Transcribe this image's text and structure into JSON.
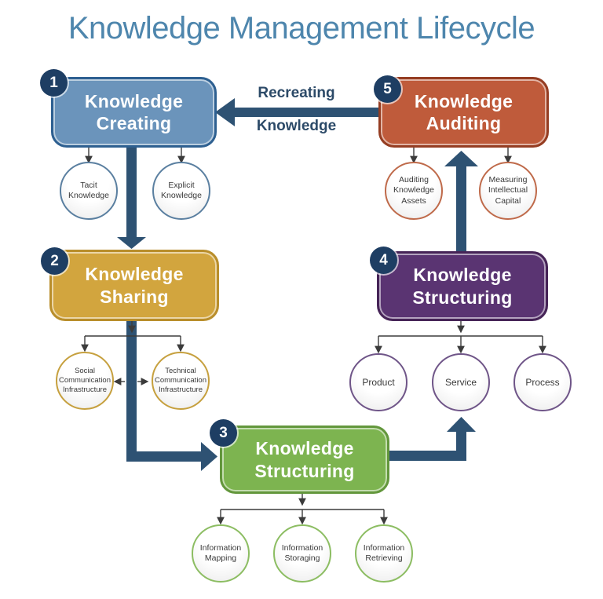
{
  "title": "Knowledge Management Lifecycle",
  "flow_label": {
    "line1": "Recreating",
    "line2": "Knowledge"
  },
  "stages": [
    {
      "number": "1",
      "label": "Knowledge Creating",
      "fill": "#6b94bb",
      "border": "#2e6091",
      "ring": "#5a7fa0",
      "children": [
        "Tacit Knowledge",
        "Explicit Knowledge"
      ]
    },
    {
      "number": "2",
      "label": "Knowledge Sharing",
      "fill": "#d2a53e",
      "border": "#b98e2b",
      "ring": "#c6a03e",
      "children": [
        "Social Communication Infrastructure",
        "Technical Communication Infrastructure"
      ]
    },
    {
      "number": "3",
      "label": "Knowledge Structuring",
      "fill": "#7db450",
      "border": "#63973c",
      "ring": "#8cbd62",
      "children": [
        "Information Mapping",
        "Information Storaging",
        "Information Retrieving"
      ]
    },
    {
      "number": "4",
      "label": "Knowledge Structuring",
      "fill": "#5a3472",
      "border": "#462457",
      "ring": "#6f5588",
      "children": [
        "Product",
        "Service",
        "Process"
      ]
    },
    {
      "number": "5",
      "label": "Knowledge Auditing",
      "fill": "#bf5b3b",
      "border": "#953d22",
      "ring": "#bf6a4a",
      "children": [
        "Auditing Knowledge Assets",
        "Measuring Intellectual Capital"
      ]
    }
  ],
  "colors": {
    "title": "#4e86ad",
    "badge": "#1e3e63",
    "thick_arrow": "#2e5273",
    "thin_arrow": "#3b3b3b",
    "flow_label_text": "#2c4a68"
  }
}
